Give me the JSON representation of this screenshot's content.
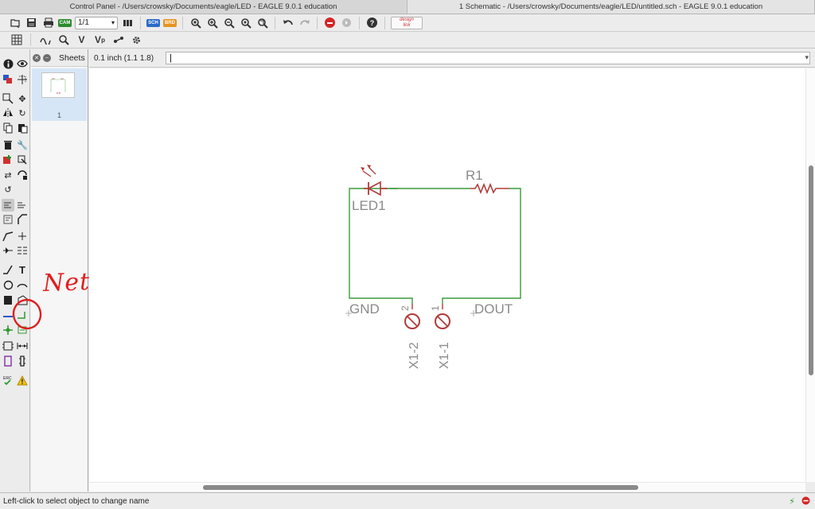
{
  "window_tabs": [
    {
      "label": "Control Panel - /Users/crowsky/Documents/eagle/LED - EAGLE 9.0.1 education",
      "active": false
    },
    {
      "label": "1 Schematic - /Users/crowsky/Documents/eagle/LED/untitled.sch - EAGLE 9.0.1 education",
      "active": true
    }
  ],
  "toolbar": {
    "sheet_selector_value": "1/1",
    "sch_badge": "SCH",
    "brd_badge": "BRD",
    "cam_badge": "CAM",
    "design_link_line1": "design",
    "design_link_line2": "link"
  },
  "toolbar2_icons": [
    "grid-icon",
    "layer-icon",
    "zoom-select-icon",
    "v-icon",
    "vp-icon",
    "sigs-icon",
    "settings-icon"
  ],
  "sheets_panel": {
    "title": "Sheets",
    "sheet_number": "1"
  },
  "command_bar": {
    "coordinate": "0.1 inch (1.1 1.8)",
    "command_value": "|"
  },
  "schematic": {
    "led_name": "LED1",
    "resistor_name": "R1",
    "gnd_label": "GND",
    "dout_label": "DOUT",
    "pin2_label": "2",
    "pin1_label": "1",
    "x1_2_label": "X1-2",
    "x1_1_label": "X1-1",
    "colors": {
      "net": "#3a9a3a",
      "symbol": "#b23a3a",
      "text": "#8a8a8a"
    }
  },
  "annotation": {
    "text": "Net",
    "color": "#e01e1e"
  },
  "status": {
    "message": "Left-click to select object to change name"
  }
}
